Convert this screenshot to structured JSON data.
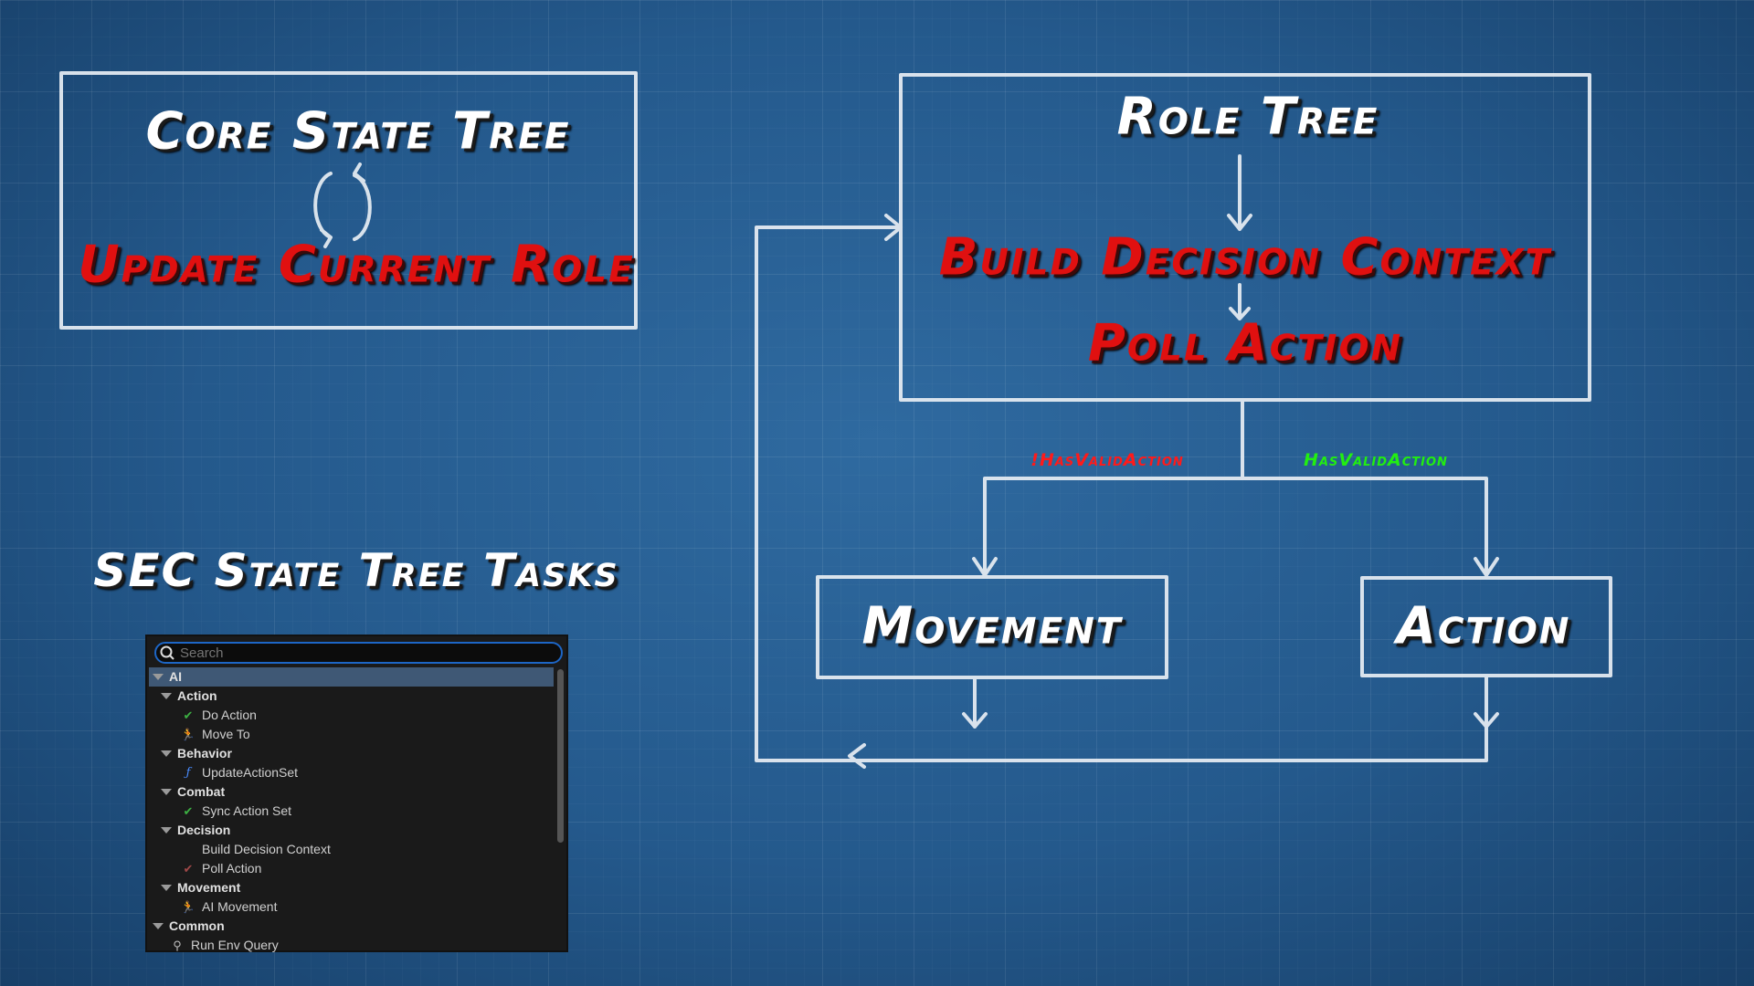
{
  "core": {
    "title": "Core State Tree",
    "subtitle": "Update Current Role"
  },
  "role": {
    "title": "Role Tree",
    "step1": "Build Decision Context",
    "step2": "Poll Action"
  },
  "conditions": {
    "not_valid": "!HasValidAction",
    "valid": "HasValidAction"
  },
  "nodes": {
    "movement": "Movement",
    "action": "Action"
  },
  "sec_title": "SEC State Tree Tasks",
  "colors": {
    "red": "#e01010",
    "green": "#22ee11",
    "accent": "#1d66c6"
  },
  "panel": {
    "search_placeholder": "Search",
    "items": [
      {
        "label": "AI",
        "type": "root"
      },
      {
        "label": "Action",
        "type": "category"
      },
      {
        "label": "Do Action",
        "type": "task",
        "icon": "check-icon"
      },
      {
        "label": "Move To",
        "type": "task",
        "icon": "run-icon"
      },
      {
        "label": "Behavior",
        "type": "category"
      },
      {
        "label": "UpdateActionSet",
        "type": "task",
        "icon": "function-icon"
      },
      {
        "label": "Combat",
        "type": "category"
      },
      {
        "label": "Sync Action Set",
        "type": "task",
        "icon": "check-icon"
      },
      {
        "label": "Decision",
        "type": "category"
      },
      {
        "label": "Build Decision Context",
        "type": "task",
        "icon": ""
      },
      {
        "label": "Poll Action",
        "type": "task",
        "icon": "check-red-icon"
      },
      {
        "label": "Movement",
        "type": "category"
      },
      {
        "label": "AI Movement",
        "type": "task",
        "icon": "run-blue-icon"
      },
      {
        "label": "Common",
        "type": "root"
      },
      {
        "label": "Run Env Query",
        "type": "task-root",
        "icon": "query-icon"
      }
    ]
  }
}
